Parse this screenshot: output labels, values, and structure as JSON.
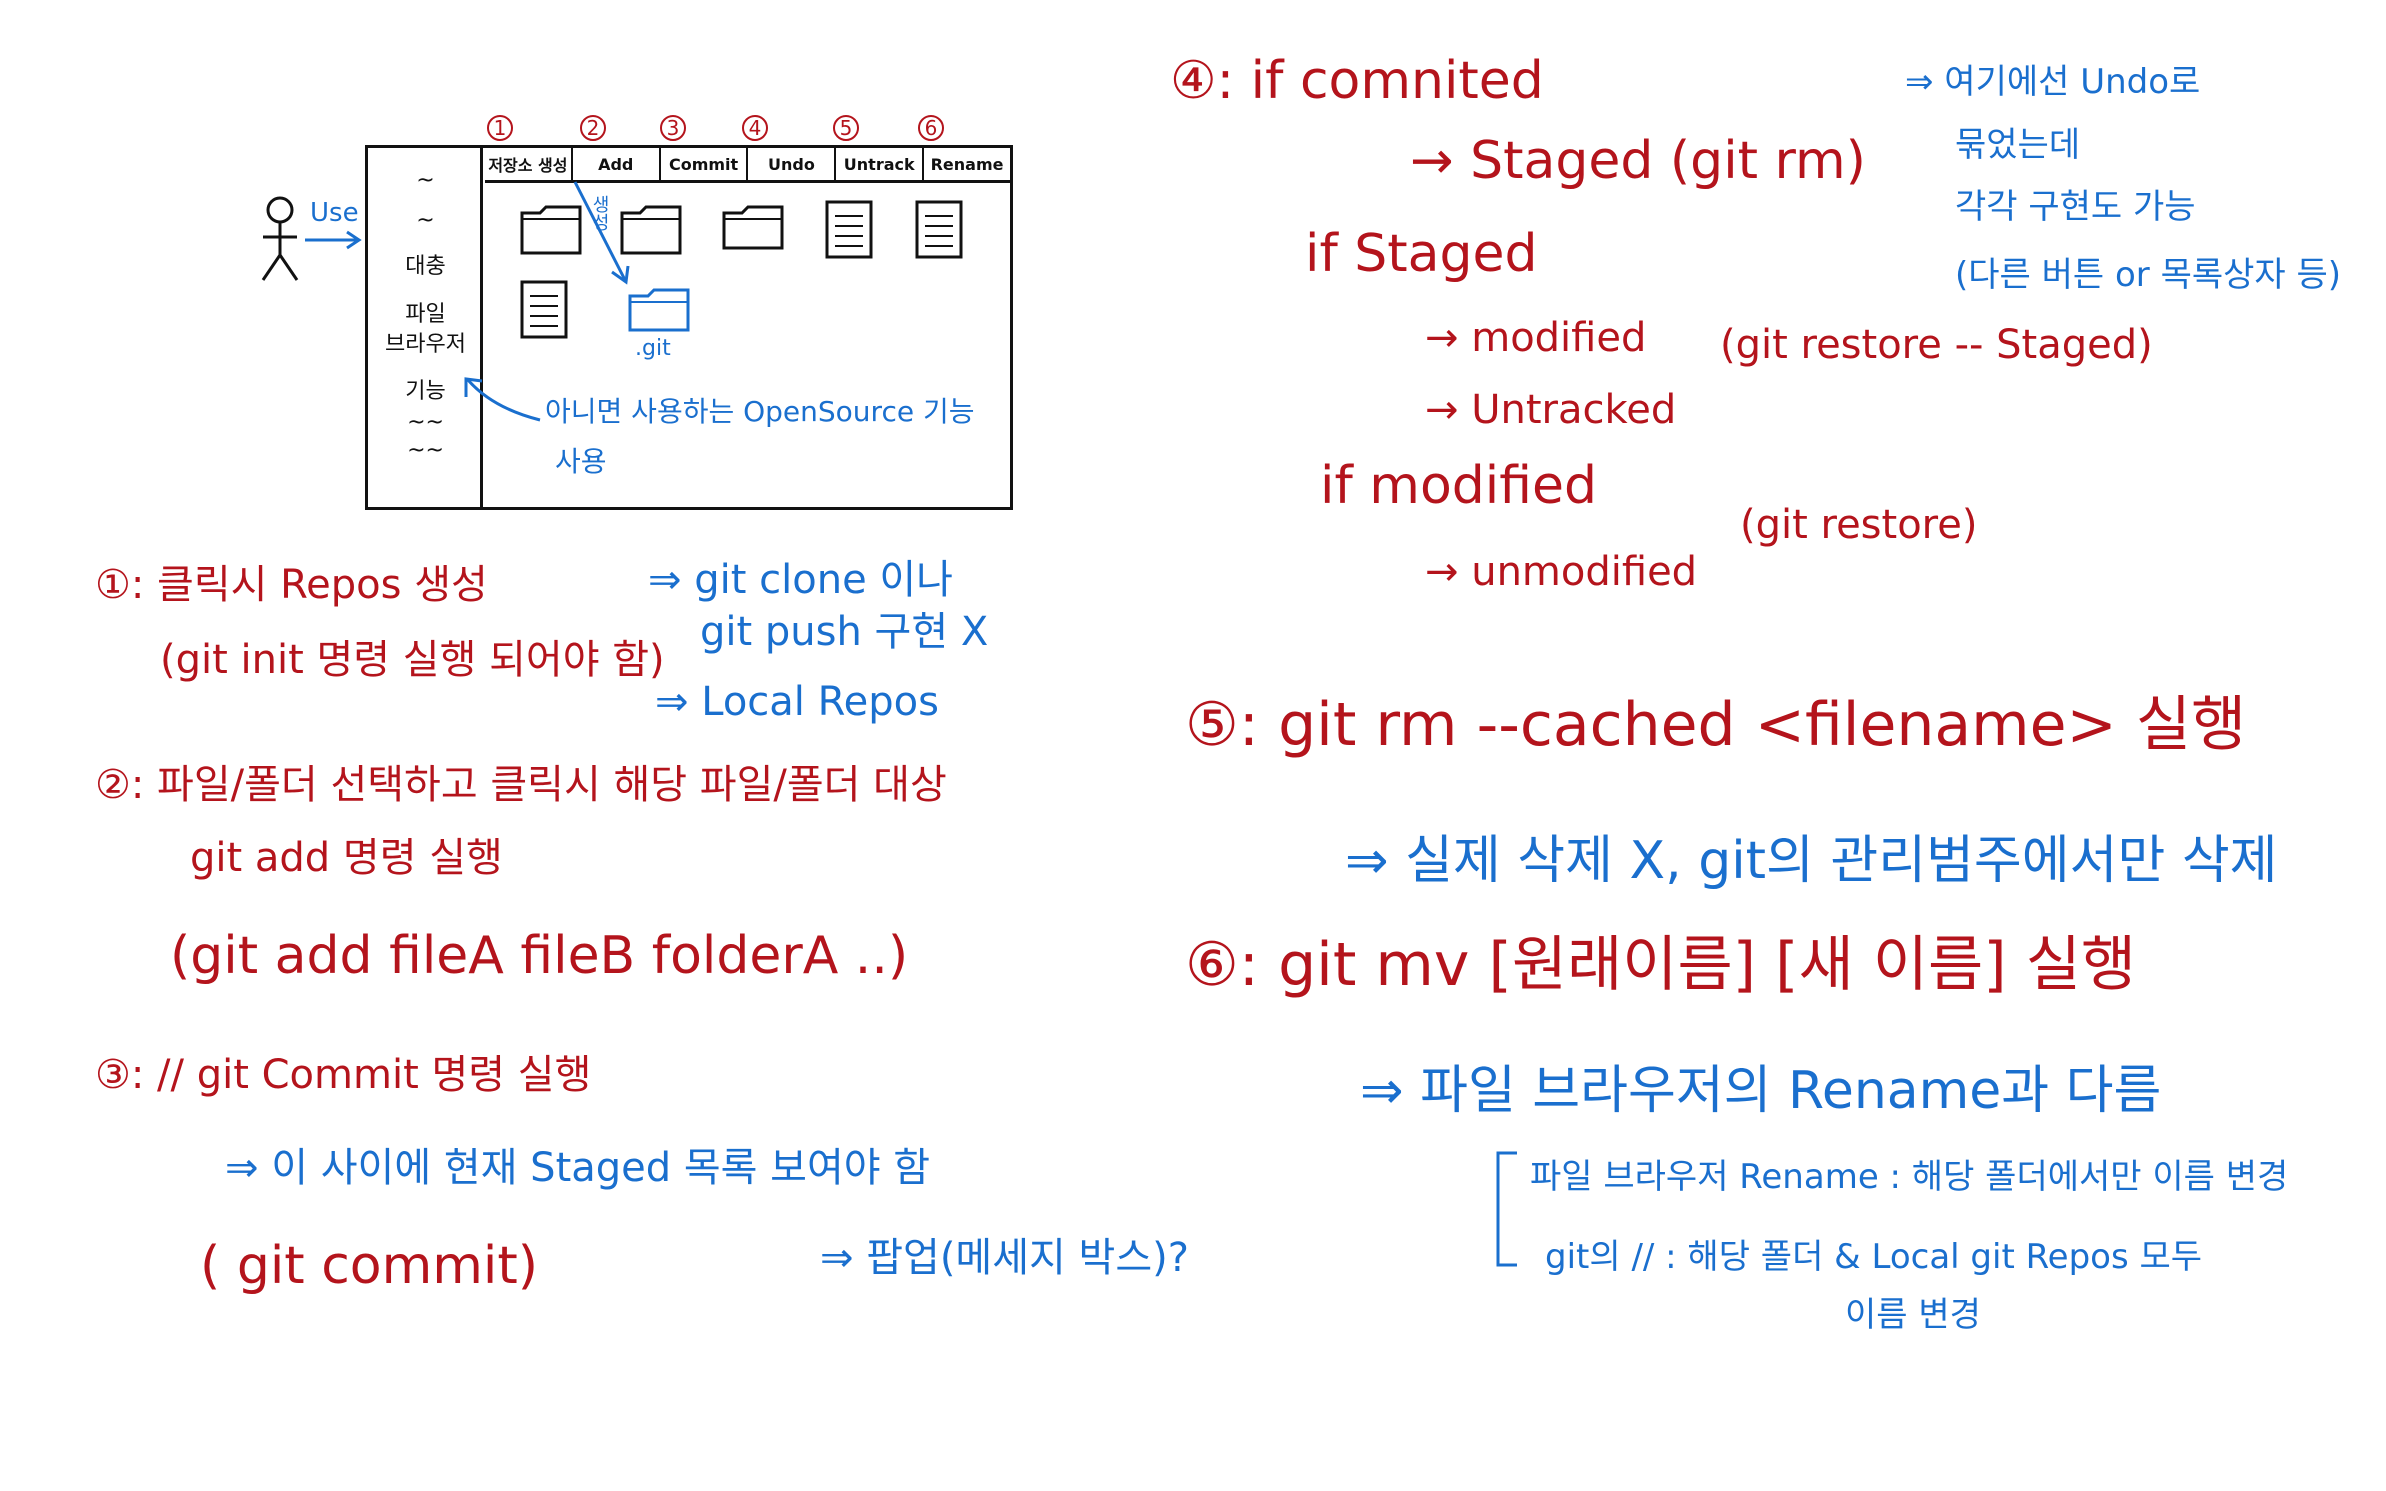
{
  "mockup": {
    "tabs": [
      {
        "num": "1",
        "label": "저장소 생성"
      },
      {
        "num": "2",
        "label": "Add"
      },
      {
        "num": "3",
        "label": "Commit"
      },
      {
        "num": "4",
        "label": "Undo"
      },
      {
        "num": "5",
        "label": "Untrack"
      },
      {
        "num": "6",
        "label": "Rename"
      }
    ],
    "sidebar": [
      "~",
      "~",
      "대충",
      "파일",
      "브라우저",
      "기능",
      "~~",
      "~~"
    ],
    "use_label": "Use",
    "create_label": "생성",
    "git_folder_label": ".git",
    "opensource_note": "아니면 사용하는 OpenSource 기능",
    "opensource_note2": "사용"
  },
  "notes_left": {
    "n1_a": "①: 클릭시 Repos 생성",
    "n1_b": "(git init 명령 실행 되어야 함)",
    "n1_c": "⇒ git clone 이나",
    "n1_d": "git push 구현 X",
    "n1_e": "⇒ Local Repos",
    "n2_a": "②: 파일/폴더 선택하고 클릭시 해당 파일/폴더 대상",
    "n2_b": "git add 명령 실행",
    "n2_c": "(git add fileA fileB folderA ..)",
    "n3_a": "③: //    git Commit 명령 실행",
    "n3_b": "⇒ 이 사이에 현재 Staged 목록 보여야 함",
    "n3_c": "( git commit)",
    "n3_d": "⇒ 팝업(메세지 박스)?"
  },
  "notes_right": {
    "n4_a": "④: if  comnited",
    "n4_b": "→ Staged (git rm)",
    "n4_c": "if  Staged",
    "n4_d": "→ modified",
    "n4_e": "(git restore -- Staged)",
    "n4_f": "→ Untracked",
    "n4_g": "if  modified",
    "n4_h": "→ unmodified",
    "n4_i": "(git restore)",
    "n4_note1": "⇒ 여기에선 Undo로",
    "n4_note2": "묶었는데",
    "n4_note3": "각각 구현도 가능",
    "n4_note4": "(다른 버튼 or 목록상자 등)",
    "n5_a": "⑤: git rm --cached <filename> 실행",
    "n5_b": "⇒ 실제 삭제 X, git의 관리범주에서만 삭제",
    "n6_a": "⑥: git mv [원래이름] [새 이름] 실행",
    "n6_b": "⇒ 파일 브라우저의 Rename과 다름",
    "n6_c": "파일 브라우저 Rename : 해당 폴더에서만 이름 변경",
    "n6_d": "git의      //  : 해당 폴더 & Local git Repos 모두",
    "n6_e": "이름 변경"
  },
  "colors": {
    "red": "#b4141c",
    "blue": "#1a6fce",
    "black": "#111111"
  }
}
